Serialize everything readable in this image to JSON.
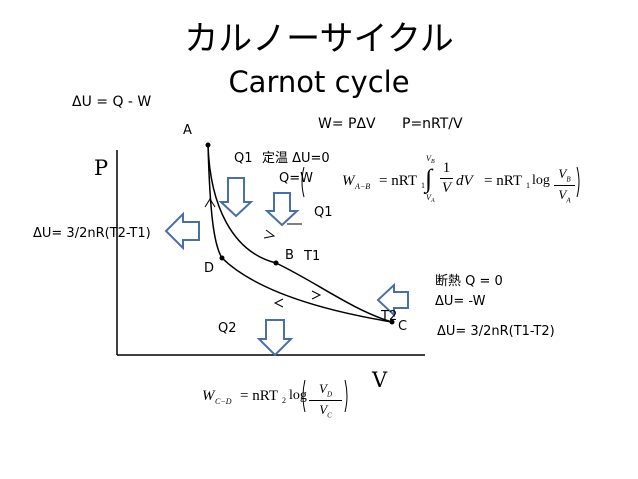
{
  "title": {
    "japanese": "カルノーサイクル",
    "english": "Carnot cycle"
  },
  "formulas": {
    "first_law": "ΔU = Q - W",
    "work_def": "W= PΔV",
    "ideal_gas": "P=nRT/V",
    "w_ab_lhs": "W",
    "w_ab_sub": "A−B",
    "w_ab_eq": "= nRT",
    "w_ab_t_sub": "1",
    "w_ab_int_upper": "V",
    "w_ab_int_upper_sub": "B",
    "w_ab_int_lower": "V",
    "w_ab_int_lower_sub": "A",
    "w_ab_frac_num": "1",
    "w_ab_frac_den": "V",
    "w_ab_dv": "dV",
    "w_ab_eq2": "= nRT",
    "w_ab_t2_sub": "1",
    "w_ab_log": "log",
    "w_ab_log_num": "V",
    "w_ab_log_num_sub": "B",
    "w_ab_log_den": "V",
    "w_ab_log_den_sub": "A",
    "w_cd_lhs": "W",
    "w_cd_sub": "C−D",
    "w_cd_eq": "= nRT",
    "w_cd_t_sub": "2",
    "w_cd_log": "log",
    "w_cd_num": "V",
    "w_cd_num_sub": "D",
    "w_cd_den": "V",
    "w_cd_den_sub": "C"
  },
  "axes": {
    "y_label": "P",
    "x_label": "V"
  },
  "points": {
    "a": "A",
    "b": "B",
    "c": "C",
    "d": "D"
  },
  "temperatures": {
    "t1": "T1",
    "t2": "T2"
  },
  "heat": {
    "q1_top": "Q1",
    "isothermal": "定温 ΔU=0",
    "q_equals_w": "Q=W",
    "q1_side": "Q1",
    "q2": "Q2"
  },
  "adiabatic": {
    "title": "断熱 Q = 0",
    "du_minus_w": "ΔU= -W",
    "du_expansion": "ΔU= 3/2nR(T1-T2)",
    "du_compression": "ΔU= 3/2nR(T2-T1)"
  },
  "colors": {
    "arrow_stroke": "#4a6fa5",
    "line": "#000000"
  }
}
